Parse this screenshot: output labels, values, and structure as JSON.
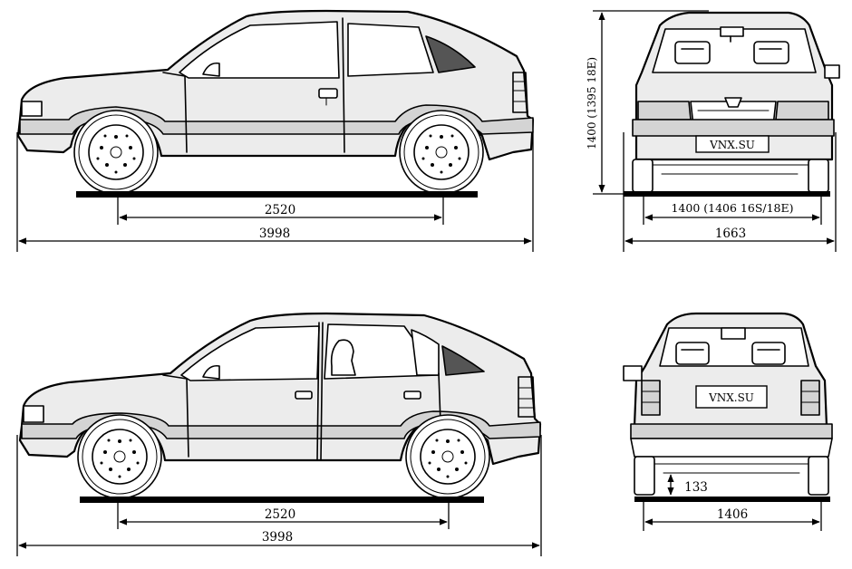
{
  "views": {
    "side_3door": {
      "wheelbase": "2520",
      "length": "3998"
    },
    "rear_3door": {
      "height": "1400 (1395 18E)",
      "track": "1400 (1406 16S/18E)",
      "width": "1663",
      "plate": "VNX.SU"
    },
    "side_5door": {
      "wheelbase": "2520",
      "length": "3998"
    },
    "rear_5door": {
      "ground_clearance": "133",
      "track": "1406",
      "plate": "VNX.SU"
    }
  }
}
